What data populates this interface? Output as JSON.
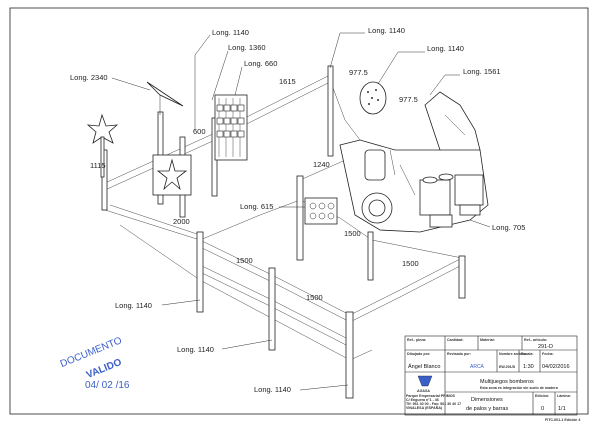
{
  "dimensions": {
    "long_2340": "Long. 2340",
    "long_1140_top": "Long. 1140",
    "long_1360": "Long. 1360",
    "long_660": "Long. 660",
    "d1615": "1615",
    "d600": "600",
    "d1115": "1115",
    "d2000": "2000",
    "long_1140_cab": "Long. 1140",
    "long_1140_wheel": "Long. 1140",
    "long_1561": "Long. 1561",
    "d977_a": "977.5",
    "d977_b": "977.5",
    "d1240": "1240",
    "long_615": "Long. 615",
    "d1500_a": "1500",
    "d1500_b": "1500",
    "long_705": "Long. 705",
    "d1500_c": "1500",
    "d1500_d": "1500",
    "long_1140_b1": "Long. 1140",
    "long_1140_b2": "Long. 1140",
    "long_1140_b3": "Long. 1140"
  },
  "stamp": {
    "line1": "DOCUMENTO",
    "line2": "VALIDO",
    "date": "04/ 02 /16"
  },
  "title_block": {
    "ref_label": "Ref.- pieza:",
    "qty_label": "Cantidad:",
    "material_label": "Material:",
    "article_label": "Ref.- artículo:",
    "article_value": "291-D",
    "drawn_label": "Dibujado por:",
    "drawn_value": "Ángel Blanco",
    "reviewed_label": "Revisado por:",
    "file_label": "Nombre archivo:",
    "file_value": "EW.291/D",
    "scale_label": "Escala:",
    "scale_value": "1:30",
    "date_label": "Fecha:",
    "date_value": "04/02/2016",
    "reviewer_mark": "ARCA",
    "company": "AGASA",
    "company_line1": "Parque Empresarial PRIMOS",
    "company_line2": "C/ Enguera n°1 - 46",
    "company_line3": "Tlf: 961 30 00 - Fax: 961 30 40 17",
    "company_line4": "VINALESA (ESPAÑA)",
    "product_title": "Multijuegos bomberos",
    "product_subtitle": "Esta zona es integración sin suelo de madera",
    "drawing_title_1": "Dimensiones",
    "drawing_title_2": "de palos y barras",
    "edition_label": "Edición:",
    "edition_value": "0",
    "sheet_label": "Lámina:",
    "sheet_value": "1/1",
    "footer": "FITC-001-1 Edición 4"
  }
}
